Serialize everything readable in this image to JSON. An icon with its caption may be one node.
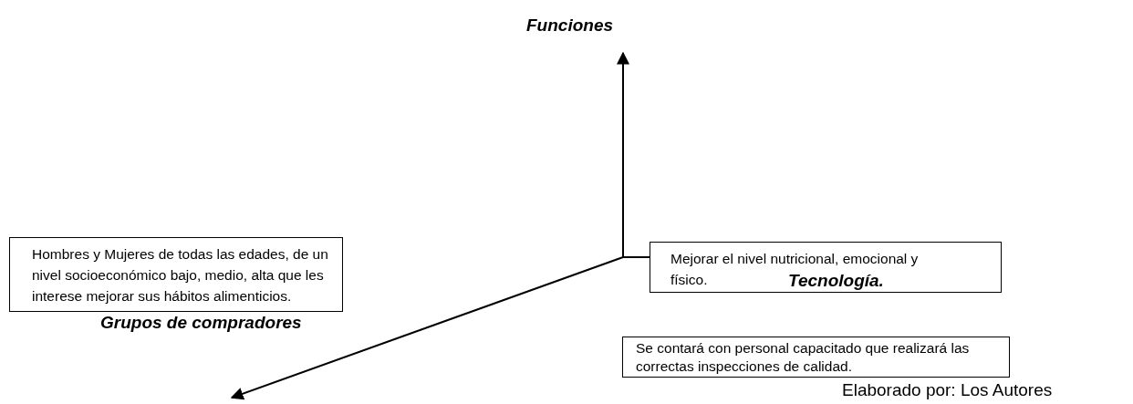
{
  "diagram": {
    "nodes": [
      {
        "text": [
          "Hombres y Mujeres de todas las edades, de un nivel socioeconómico bajo, medio, alta que les interese mejorar sus hábitos alimenticios."
        ]
      },
      {
        "text": [
          "Mejorar el nivel nutricional, emocional y físico."
        ]
      },
      {
        "text": [
          "Se contará con personal capacitado que realizará las correctas inspecciones de calidad."
        ]
      }
    ],
    "edges": [],
    "labels": [
      "Funciones",
      "Tecnología.",
      "Grupos de compradores",
      "Elaborado por: Los Autores"
    ]
  }
}
